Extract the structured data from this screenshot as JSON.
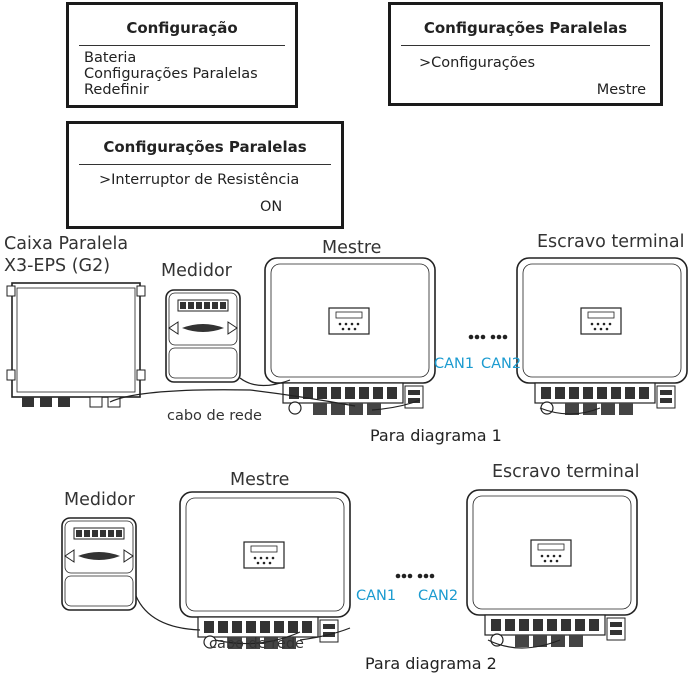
{
  "menu1": {
    "title": "Configuração",
    "items": [
      "Bateria",
      "Configurações Paralelas",
      "Redefinir"
    ]
  },
  "menu2": {
    "title": "Configurações Paralelas",
    "option": ">Configurações",
    "value": "Mestre"
  },
  "menu3": {
    "title": "Configurações Paralelas",
    "option": ">Interruptor de Resistência",
    "value": "ON"
  },
  "diagram1": {
    "box_label_line1": "Caixa Paralela",
    "box_label_line2": "X3-EPS (G2)",
    "meter": "Medidor",
    "master": "Mestre",
    "slave": "Escravo terminal",
    "can1": "CAN1",
    "can2": "CAN2",
    "cable": "cabo de rede",
    "caption": "Para diagrama 1"
  },
  "diagram2": {
    "meter": "Medidor",
    "master": "Mestre",
    "slave": "Escravo terminal",
    "can1": "CAN1",
    "can2": "CAN2",
    "cable": "cabo de rede",
    "caption": "Para diagrama 2"
  },
  "colors": {
    "can_label": "#1b9bd0",
    "border": "#1a1a1a"
  }
}
